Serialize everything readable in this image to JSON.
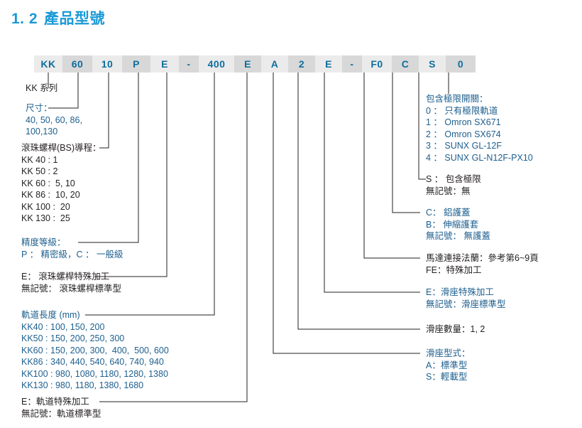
{
  "title": {
    "number": "1. 2",
    "text": "產品型號"
  },
  "model_code": {
    "segments": [
      {
        "value": "KK",
        "width": 40
      },
      {
        "value": "60",
        "width": 42
      },
      {
        "value": "10",
        "width": 42
      },
      {
        "value": "P",
        "width": 40
      },
      {
        "value": "E",
        "width": 40
      },
      {
        "value": "-",
        "width": 28
      },
      {
        "value": "400",
        "width": 50
      },
      {
        "value": "E",
        "width": 38
      },
      {
        "value": "A",
        "width": 38
      },
      {
        "value": "2",
        "width": 38
      },
      {
        "value": "E",
        "width": 38
      },
      {
        "value": "-",
        "width": 28
      },
      {
        "value": "F0",
        "width": 42
      },
      {
        "value": "C",
        "width": 38
      },
      {
        "value": "S",
        "width": 38
      },
      {
        "value": "0",
        "width": 42
      }
    ]
  },
  "colors": {
    "title": "#1b9ad6",
    "code_text": "#0e6e9e",
    "cell_light": "#ebebeb",
    "cell_dark": "#d8d8d8",
    "annotation_blue": "#1d5f8e",
    "annotation_black": "#231f20",
    "leader_line": "#231f20"
  },
  "left_annotations": [
    {
      "name": "series",
      "color": "black",
      "lines": [
        "KK 系列"
      ]
    },
    {
      "name": "size",
      "color": "blue",
      "lines": [
        "尺寸：",
        "40, 50, 60, 86,",
        "100,130"
      ]
    },
    {
      "name": "ballscrew-lead",
      "color": "black",
      "lines": [
        "滾珠螺桿(BS)導程：",
        "KK 40 : 1",
        "KK 50 : 2",
        "KK 60 :  5, 10",
        "KK 86 :  10, 20",
        "KK 100 :  20",
        "KK 130 :  25"
      ]
    },
    {
      "name": "accuracy-grade",
      "color": "blue",
      "lines": [
        "精度等級：",
        "P ： 精密級，C ： 一般級"
      ]
    },
    {
      "name": "ballscrew-machining",
      "color": "black",
      "lines": [
        "E： 滾珠螺桿特殊加工",
        "無記號： 滾珠螺桿標準型"
      ]
    },
    {
      "name": "rail-length",
      "color": "blue",
      "lines": [
        "軌道長度 (mm)",
        "KK40 : 100, 150, 200",
        "KK50 : 150, 200, 250, 300",
        "KK60 : 150, 200, 300,  400,  500, 600",
        "KK86 : 340, 440, 540, 640, 740, 940",
        "KK100 : 980, 1080, 1180, 1280, 1380",
        "KK130 : 980, 1180, 1380, 1680"
      ]
    },
    {
      "name": "rail-machining",
      "color": "black",
      "lines": [
        "E：軌道特殊加工",
        "無記號：軌道標準型"
      ]
    }
  ],
  "right_annotations": [
    {
      "name": "limit-switch",
      "color": "blue",
      "lines": [
        "包含極限開關：",
        "0 ： 只有極限軌道",
        "1 ： Omron SX671",
        "2 ： Omron SX674",
        "3 ： SUNX GL-12F",
        "4 ： SUNX GL-N12F-PX10"
      ]
    },
    {
      "name": "limit-included",
      "color": "black",
      "lines": [
        "S ： 包含極限",
        "無記號：無"
      ]
    },
    {
      "name": "cover-type",
      "color": "blue",
      "lines": [
        "C： 鋁護蓋",
        "B： 伸縮護套",
        "無記號： 無護蓋"
      ]
    },
    {
      "name": "motor-flange",
      "color": "black",
      "lines": [
        "馬達連接法蘭：參考第6~9頁",
        "FE：特殊加工"
      ]
    },
    {
      "name": "carriage-machining",
      "color": "blue",
      "lines": [
        "E：滑座特殊加工",
        "無記號：滑座標準型"
      ]
    },
    {
      "name": "carriage-count",
      "color": "black",
      "lines": [
        "滑座數量：1, 2"
      ]
    },
    {
      "name": "carriage-type",
      "color": "blue",
      "lines": [
        "滑座型式：",
        "A：標準型",
        "S：輕載型"
      ]
    }
  ]
}
